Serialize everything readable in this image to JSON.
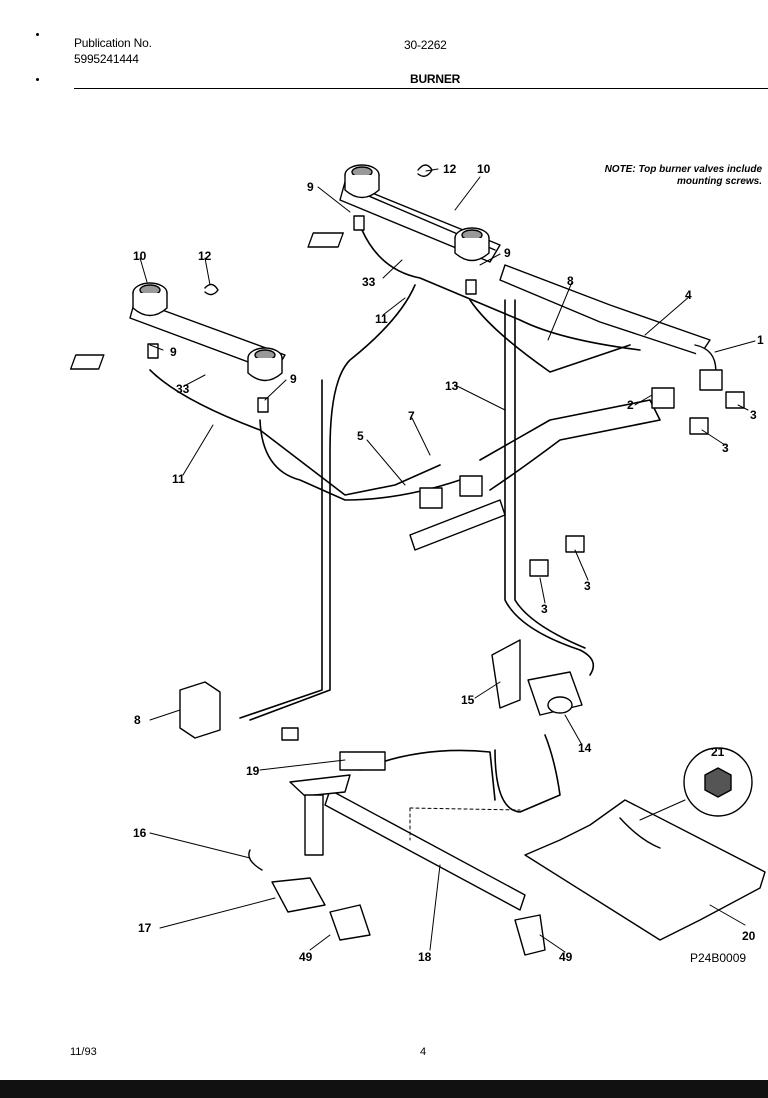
{
  "header": {
    "publication_label": "Publication No.",
    "publication_number": "5995241444",
    "model": "30-2262",
    "section": "BURNER"
  },
  "note": "NOTE: Top burner valves include mounting screws.",
  "figure_code": "P24B0009",
  "footer": {
    "date": "11/93",
    "page": "4"
  },
  "callouts": [
    {
      "id": "c12a",
      "text": "12"
    },
    {
      "id": "c10a",
      "text": "10"
    },
    {
      "id": "c9a",
      "text": "9"
    },
    {
      "id": "c9b",
      "text": "9"
    },
    {
      "id": "c33a",
      "text": "33"
    },
    {
      "id": "c8a",
      "text": "8"
    },
    {
      "id": "c4",
      "text": "4"
    },
    {
      "id": "c1",
      "text": "1"
    },
    {
      "id": "c10b",
      "text": "10"
    },
    {
      "id": "c12b",
      "text": "12"
    },
    {
      "id": "c11a",
      "text": "11"
    },
    {
      "id": "c9c",
      "text": "9"
    },
    {
      "id": "c33b",
      "text": "33"
    },
    {
      "id": "c9d",
      "text": "9"
    },
    {
      "id": "c13",
      "text": "13"
    },
    {
      "id": "c2",
      "text": "2"
    },
    {
      "id": "c3a",
      "text": "3"
    },
    {
      "id": "c3b",
      "text": "3"
    },
    {
      "id": "c7",
      "text": "7"
    },
    {
      "id": "c5",
      "text": "5"
    },
    {
      "id": "c11b",
      "text": "11"
    },
    {
      "id": "c3c",
      "text": "3"
    },
    {
      "id": "c3d",
      "text": "3"
    },
    {
      "id": "c8b",
      "text": "8"
    },
    {
      "id": "c15",
      "text": "15"
    },
    {
      "id": "c14",
      "text": "14"
    },
    {
      "id": "c19",
      "text": "19"
    },
    {
      "id": "c21",
      "text": "21"
    },
    {
      "id": "c16",
      "text": "16"
    },
    {
      "id": "c17",
      "text": "17"
    },
    {
      "id": "c49a",
      "text": "49"
    },
    {
      "id": "c18",
      "text": "18"
    },
    {
      "id": "c49b",
      "text": "49"
    },
    {
      "id": "c20",
      "text": "20"
    }
  ]
}
